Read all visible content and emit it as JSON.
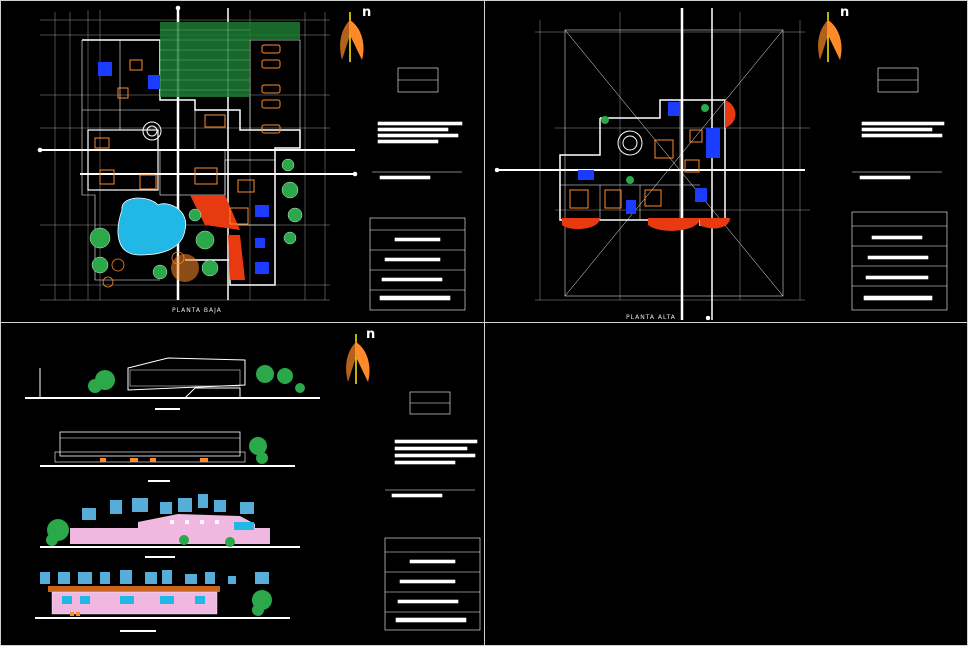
{
  "sheets": [
    {
      "id": "ground-floor",
      "label": "PLANTA BAJA"
    },
    {
      "id": "upper-floor",
      "label": "PLANTA ALTA"
    },
    {
      "id": "elevations",
      "label": ""
    }
  ],
  "north_symbol": "n",
  "colors": {
    "background": "#000000",
    "lines": "#ffffff",
    "furniture": "#ff8a2a",
    "landscape": "#2aa84a",
    "pool": "#22b8e6",
    "bathroom": "#1a3cff",
    "terrace": "#e83a10",
    "facade": "#f0b8e0"
  }
}
